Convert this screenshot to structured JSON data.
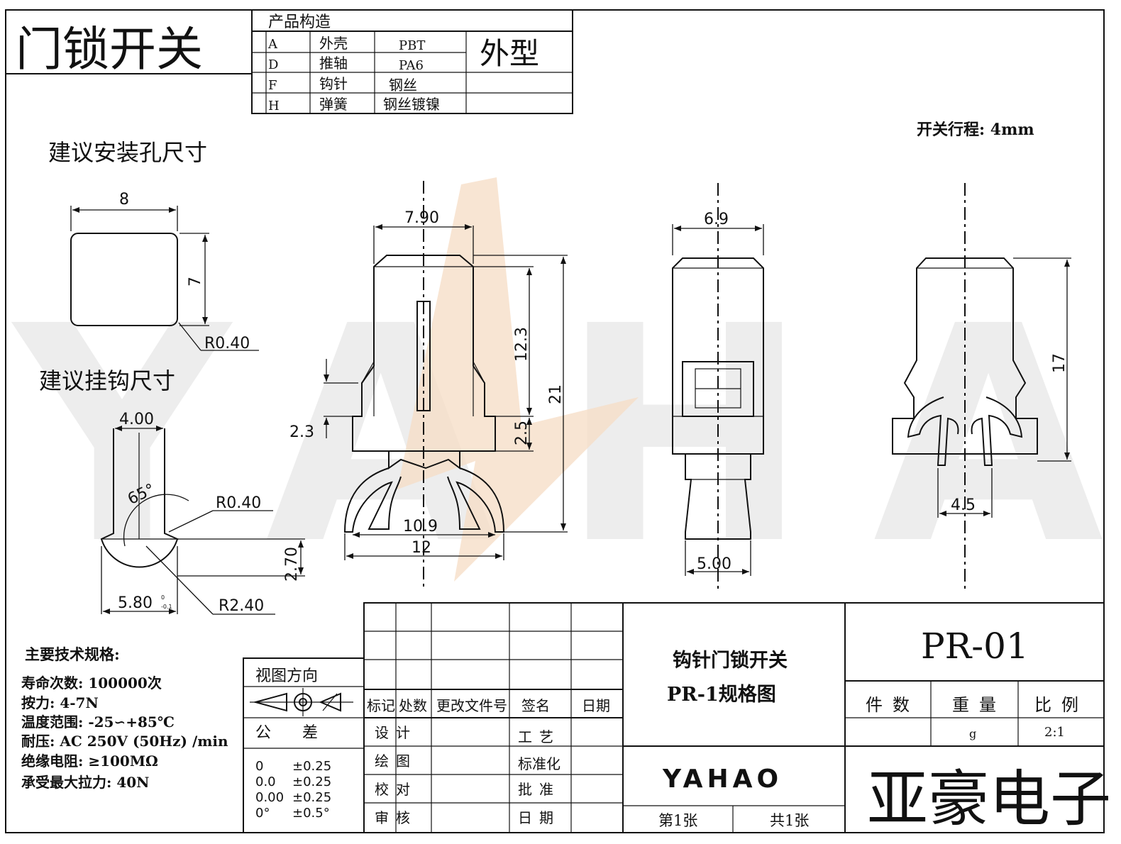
{
  "title": "门锁开关",
  "materials": {
    "header": "产品构造",
    "rows": [
      {
        "code": "A",
        "part": "外壳",
        "material": "PBT"
      },
      {
        "code": "D",
        "part": "推轴",
        "material": "PA6"
      },
      {
        "code": "F",
        "part": "钩针",
        "material": "钢丝"
      },
      {
        "code": "H",
        "part": "弹簧",
        "material": "钢丝镀镍"
      }
    ],
    "appearance": "外型"
  },
  "stroke_note": "开关行程: 4mm",
  "watermark_text": "YAHAO",
  "section_hole": {
    "title": "建议安装孔尺寸",
    "width": "8",
    "height": "7",
    "radius": "R0.40"
  },
  "section_hook": {
    "title": "建议挂钩尺寸",
    "width": "4.00",
    "angle": "65°",
    "radius_small": "R0.40",
    "radius_large": "R2.40",
    "height": "2.70",
    "base_width": "5.80",
    "tol_upper": "0",
    "tol_lower": "-0.1"
  },
  "view_front": {
    "top_width": "7.90",
    "body_height": "12.3",
    "total_height": "21",
    "step_height": "2.5",
    "notch_height": "2.3",
    "spring_width": "10.9",
    "overall_width": "12"
  },
  "view_side": {
    "top_width": "6.9",
    "bottom_width": "5.00"
  },
  "view_back": {
    "height": "17",
    "foot_width": "4.5"
  },
  "specs": {
    "title": "主要技术规格:",
    "lines": [
      "寿命次数: 100000次",
      "按力: 4-7N",
      "温度范围: -25∽+85℃",
      "耐压: AC 250V (50Hz) /min",
      "绝缘电阻: ≥100MΩ",
      "承受最大拉力: 40N"
    ]
  },
  "title_block": {
    "view_direction": "视图方向",
    "tolerance_label": "公　　差",
    "tolerances": [
      {
        "value": "0",
        "tol": "±0.25"
      },
      {
        "value": "0.0",
        "tol": "±0.25"
      },
      {
        "value": "0.00",
        "tol": "±0.25"
      },
      {
        "value": "0°",
        "tol": "±0.5°"
      }
    ],
    "headers": [
      "标记",
      "处数",
      "更改文件号",
      "签名",
      "日期"
    ],
    "sign_rows": [
      {
        "role": "设计",
        "role2": "工艺"
      },
      {
        "role": "绘图",
        "role2": "标准化"
      },
      {
        "role": "校对",
        "role2": "批准"
      },
      {
        "role": "审核",
        "role2": "日期"
      }
    ],
    "product_name": "钩针门锁开关",
    "drawing_name": "PR-1规格图",
    "logo": "YAHAO",
    "sheet_no": "第1张",
    "sheet_total": "共1张",
    "part_no": "PR-01",
    "qty_label": "件数",
    "weight_label": "重量",
    "weight_unit": "g",
    "scale_label": "比例",
    "scale": "2:1",
    "company": "亚豪电子"
  }
}
